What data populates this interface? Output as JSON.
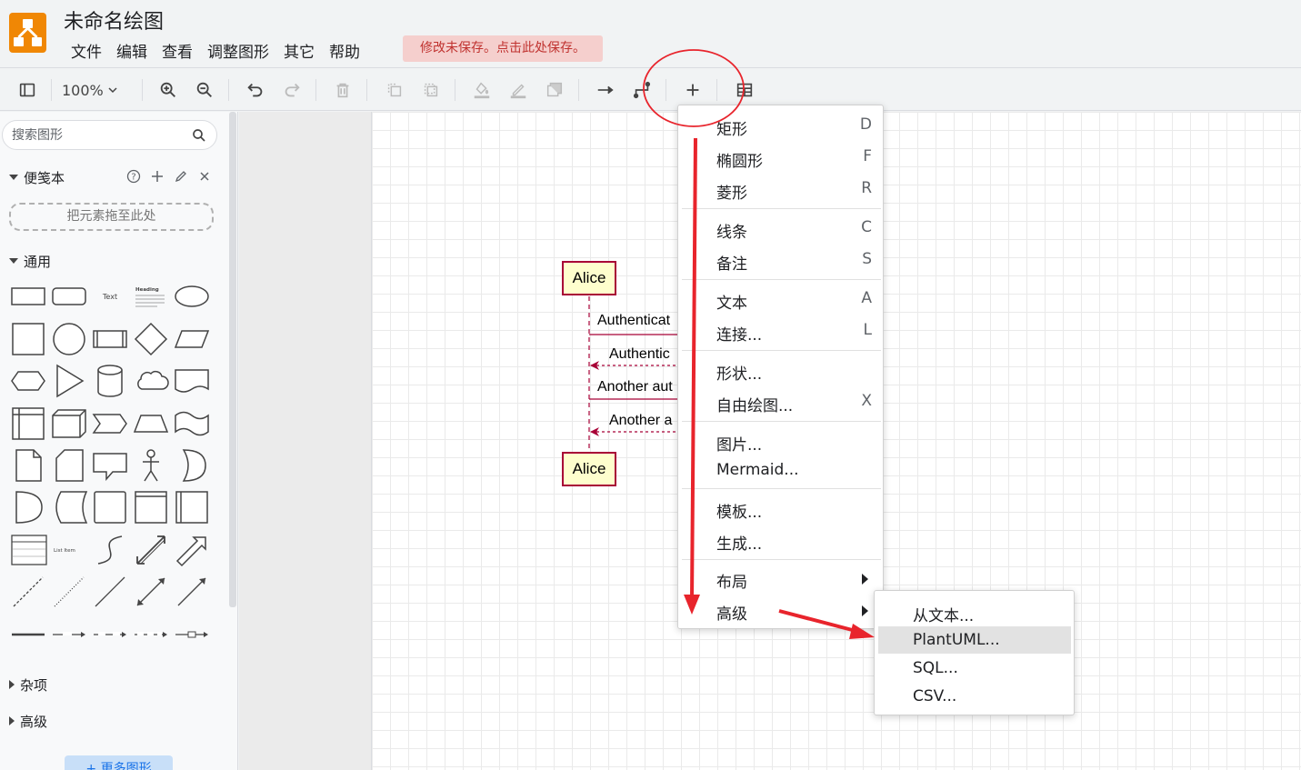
{
  "app": {
    "title": "未命名绘图",
    "save_notice": "修改未保存。点击此处保存。",
    "accent_color": "#f08705"
  },
  "menubar": [
    "文件",
    "编辑",
    "查看",
    "调整图形",
    "其它",
    "帮助"
  ],
  "toolbar": {
    "zoom": "100%",
    "icons": [
      "format-panel-icon",
      "zoom-in-icon",
      "zoom-out-icon",
      "undo-icon",
      "redo-icon",
      "delete-icon",
      "to-front-icon",
      "to-back-icon",
      "fill-color-icon",
      "line-color-icon",
      "shadow-icon",
      "connection-icon",
      "waypoints-icon",
      "insert-plus-icon",
      "table-icon"
    ]
  },
  "sidebar": {
    "search_placeholder": "搜索图形",
    "scratchpad": {
      "label": "便笺本",
      "drop_hint": "把元素拖至此处"
    },
    "general_label": "通用",
    "misc_label": "杂项",
    "advanced_label": "高级",
    "more_shapes": "+ 更多图形",
    "shape_labels": {
      "text": "Text",
      "heading": "Heading",
      "list_item": "List Item"
    }
  },
  "diagram": {
    "actor_top": "Alice",
    "actor_bottom": "Alice",
    "messages": [
      "Authenticat",
      "Authentic",
      "Another aut",
      "Another a"
    ],
    "line_color": "#a80036",
    "actor_fill": "#fefecd"
  },
  "insert_menu": {
    "items": [
      {
        "label": "矩形",
        "key": "D"
      },
      {
        "label": "椭圆形",
        "key": "F"
      },
      {
        "label": "菱形",
        "key": "R"
      },
      {
        "label": "线条",
        "key": "C"
      },
      {
        "label": "备注",
        "key": "S"
      },
      {
        "label": "文本",
        "key": "A"
      },
      {
        "label": "连接...",
        "key": "L"
      },
      {
        "label": "形状...",
        "key": ""
      },
      {
        "label": "自由绘图...",
        "key": "X"
      },
      {
        "label": "图片...",
        "key": ""
      },
      {
        "label": "Mermaid...",
        "key": ""
      },
      {
        "label": "模板...",
        "key": ""
      },
      {
        "label": "生成...",
        "key": ""
      },
      {
        "label": "布局",
        "key": ""
      },
      {
        "label": "高级",
        "key": ""
      }
    ]
  },
  "advanced_menu": {
    "items": [
      "从文本...",
      "PlantUML...",
      "SQL...",
      "CSV..."
    ],
    "highlighted": "PlantUML..."
  },
  "annotation_color": "#e8242c"
}
